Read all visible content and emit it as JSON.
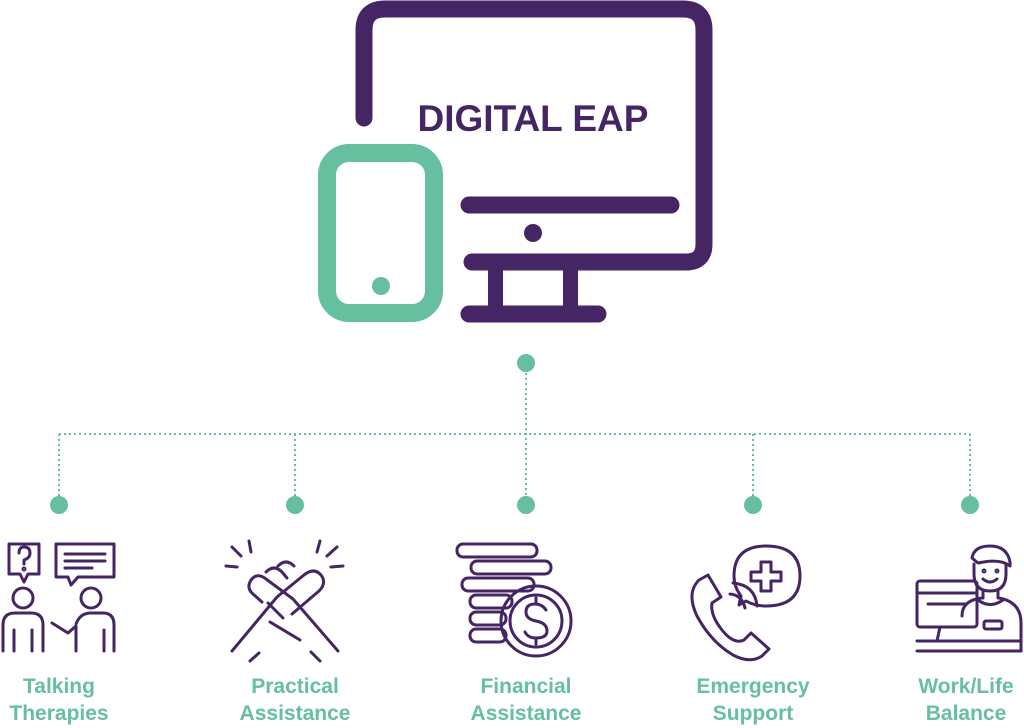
{
  "diagram": {
    "title": "DIGITAL EAP",
    "colors": {
      "purple": "#452563",
      "green": "#66bf9e"
    },
    "services": [
      {
        "line1": "Talking",
        "line2": "Therapies",
        "icon": "talking-therapies-icon"
      },
      {
        "line1": "Practical",
        "line2": "Assistance",
        "icon": "handshake-icon"
      },
      {
        "line1": "Financial",
        "line2": "Assistance",
        "icon": "coins-dollar-icon"
      },
      {
        "line1": "Emergency",
        "line2": "Support",
        "icon": "phone-medical-icon"
      },
      {
        "line1": "Work/Life",
        "line2": "Balance",
        "icon": "person-at-computer-icon"
      }
    ]
  }
}
